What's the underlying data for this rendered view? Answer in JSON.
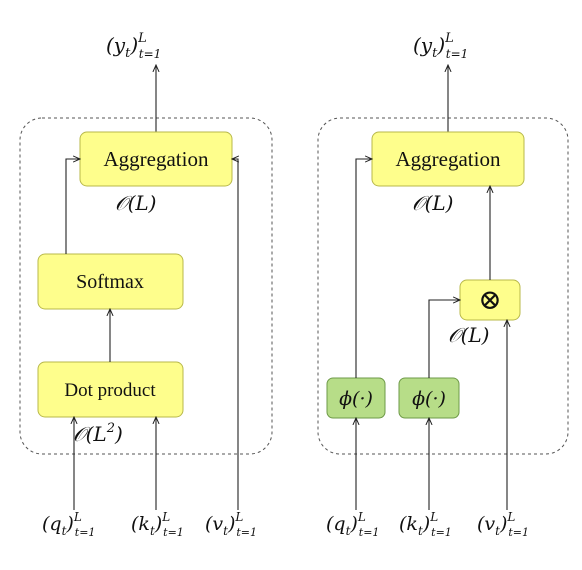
{
  "left": {
    "output": {
      "main": "(y",
      "sub": "t",
      "close": ")",
      "sup": "L",
      "range": "t=1"
    },
    "aggregation": {
      "label": "Aggregation",
      "complexity": "𝒪(L)"
    },
    "softmax": {
      "label": "Softmax"
    },
    "dot_product": {
      "label": "Dot product",
      "complexity_pre": "𝒪(L",
      "complexity_sup": "2",
      "complexity_post": ")"
    },
    "inputs": [
      {
        "main": "(q",
        "sub": "t",
        "close": ")",
        "sup": "L",
        "range": "t=1"
      },
      {
        "main": "(k",
        "sub": "t",
        "close": ")",
        "sup": "L",
        "range": "t=1"
      },
      {
        "main": "(v",
        "sub": "t",
        "close": ")",
        "sup": "L",
        "range": "t=1"
      }
    ]
  },
  "right": {
    "output": {
      "main": "(y",
      "sub": "t",
      "close": ")",
      "sup": "L",
      "range": "t=1"
    },
    "aggregation": {
      "label": "Aggregation",
      "complexity": "𝒪(L)"
    },
    "product": {
      "symbol": "⊗",
      "complexity": "𝒪(L)"
    },
    "phi_q": {
      "label": "ϕ(·)"
    },
    "phi_k": {
      "label": "ϕ(·)"
    },
    "inputs": [
      {
        "main": "(q",
        "sub": "t",
        "close": ")",
        "sup": "L",
        "range": "t=1"
      },
      {
        "main": "(k",
        "sub": "t",
        "close": ")",
        "sup": "L",
        "range": "t=1"
      },
      {
        "main": "(v",
        "sub": "t",
        "close": ")",
        "sup": "L",
        "range": "t=1"
      }
    ]
  },
  "colors": {
    "box_fill": "#fefe8c",
    "box_stroke": "#b8b84a",
    "phi_fill": "#b7dd88",
    "phi_stroke": "#6e9a48",
    "line": "#222222",
    "dashed": "#555555"
  }
}
